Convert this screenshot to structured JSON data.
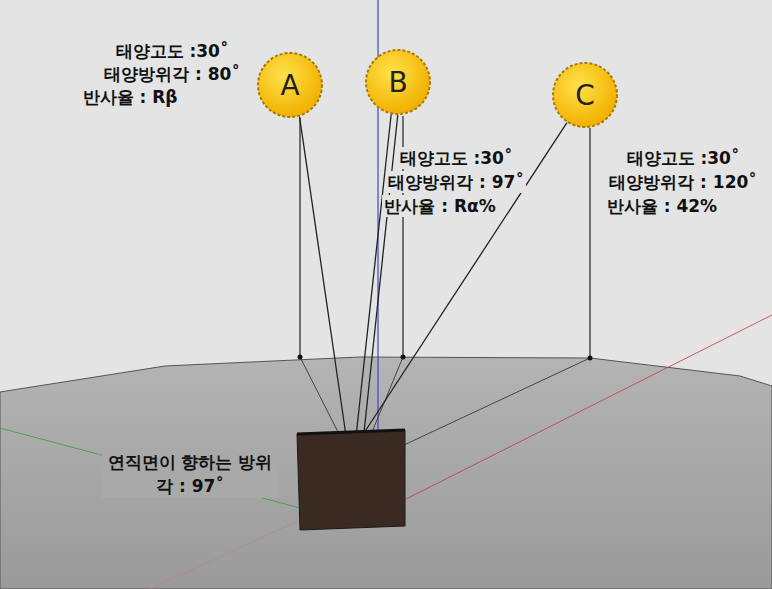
{
  "diagram": {
    "nodes": [
      {
        "text": [
          "A"
        ]
      },
      {
        "text": [
          "B"
        ]
      },
      {
        "text": [
          "C"
        ]
      },
      {
        "text": [
          "연직면이 향하는 방위각 : 97˚"
        ]
      }
    ],
    "edges": [
      {
        "from": 0,
        "to": 3,
        "arrow": "none"
      },
      {
        "from": 1,
        "to": 3,
        "arrow": "none"
      },
      {
        "from": 1,
        "to": 3,
        "arrow": "none"
      },
      {
        "from": 2,
        "to": 3,
        "arrow": "none"
      }
    ],
    "labels": [
      "태양고도 :30˚",
      "태양방위각 : 80˚",
      "반사율 : Rβ",
      "태양고도 :30˚",
      "태양방위각 : 97˚",
      "반사율 : Rα%",
      "태양고도 :30˚",
      "태양방위각 : 120˚",
      "반사율 : 42%"
    ]
  }
}
